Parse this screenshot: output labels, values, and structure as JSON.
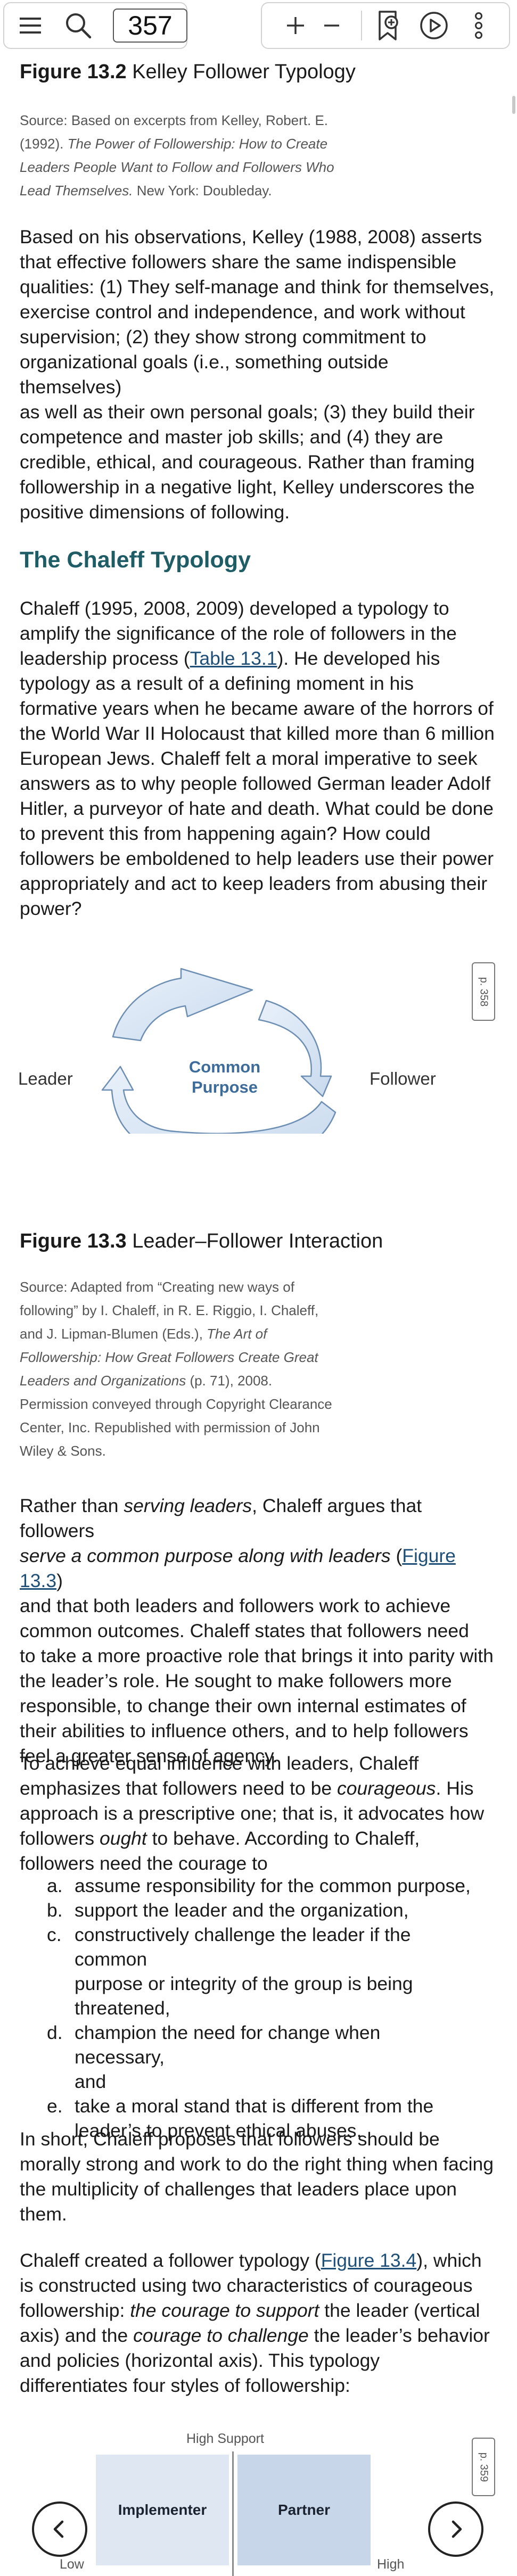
{
  "toolbar": {
    "page_number": "357",
    "icons": [
      "menu-icon",
      "search-icon",
      "zoom-in-icon",
      "zoom-out-icon",
      "bookmark-icon",
      "play-icon",
      "more-icon"
    ]
  },
  "fig132": {
    "label": "Figure 13.2",
    "title": "Kelley Follower Typology",
    "source_label": "Source:",
    "source_lines": [
      "Based on excerpts from Kelley, Robert. E.",
      "(1992).",
      "The Power of Followership: How to Create",
      "Leaders People Want to Follow and Followers Who",
      "Lead Themselves.",
      "New York: Doubleday."
    ]
  },
  "para_kelley": [
    "Based on his observations, Kelley (1988, 2008) asserts",
    "that effective followers share the same indispensible",
    "qualities: (1) They self-manage and think for themselves,",
    "exercise control and independence, and work without",
    "supervision; (2) they show strong commitment to",
    "organizational goals (i.e., something outside themselves)",
    "as well as their own personal goals; (3) they build their",
    "competence and master job skills; and (4) they are",
    "credible, ethical, and courageous. Rather than framing",
    "followership in a negative light, Kelley underscores the",
    "positive dimensions of following."
  ],
  "heading_chaleff": "The Chaleff Typology",
  "para_chaleff": {
    "l1": "Chaleff (1995, 2008, 2009) developed a typology to",
    "l2": "amplify the significance of the role of followers in the",
    "l3a": "leadership process (",
    "l3link": "Table 13.1",
    "l3b": "). He developed his",
    "rest": [
      "typology as a result of a defining moment in his",
      "formative years when he became aware of the horrors of",
      "the World War II Holocaust that killed more than 6 million",
      "European Jews. Chaleff felt a moral imperative to seek",
      "answers as to why people followed German leader Adolf",
      "Hitler, a purveyor of hate and death. What could be done",
      "to prevent this from happening again? How could",
      "followers be emboldened to help leaders use their power",
      "appropriately and act to keep leaders from abusing their",
      "power?"
    ]
  },
  "page_tag_1": "p. 358",
  "diagram": {
    "left": "Leader",
    "right": "Follower",
    "center_line1": "Common",
    "center_line2": "Purpose"
  },
  "fig133": {
    "label": "Figure 13.3",
    "title": "Leader–Follower Interaction",
    "source_label": "Source:",
    "source_lines": [
      "Adapted from “Creating new ways of",
      "following” by I. Chaleff, in R. E. Riggio, I. Chaleff,",
      "and J. Lipman-Blumen (Eds.),",
      "The Art of",
      "Followership: How Great Followers Create Great",
      "Leaders and Organizations",
      "(p. 71), 2008.",
      "Permission conveyed through Copyright Clearance",
      "Center, Inc. Republished with permission of John",
      "Wiley & Sons."
    ]
  },
  "para_serving": {
    "a": "Rather than ",
    "b": "serving leaders",
    "c": ", Chaleff argues that followers",
    "d": "serve a common purpose along with leaders",
    "e": " (",
    "f": "Figure 13.3",
    "g": ")",
    "rest": [
      "and that both leaders and followers work to achieve",
      "common outcomes. Chaleff states that followers need",
      "to take a more proactive role that brings it into parity with",
      "the leader’s role. He sought to make followers more",
      "responsible, to change their own internal estimates of",
      "their abilities to influence others, and to help followers",
      "feel a greater sense of agency."
    ]
  },
  "para_courage": {
    "l1": "To achieve equal influence with leaders, Chaleff",
    "l2a": "emphasizes that followers need to be ",
    "l2b": "courageous",
    "l2c": ". His",
    "l3": "approach is a prescriptive one; that is, it advocates how",
    "l4a": "followers ",
    "l4b": "ought",
    "l4c": " to behave. According to Chaleff,",
    "l5": "followers need the courage to"
  },
  "courage_list": [
    {
      "marker": "a.",
      "lines": [
        "assume responsibility for the common purpose,"
      ]
    },
    {
      "marker": "b.",
      "lines": [
        "support the leader and the organization,"
      ]
    },
    {
      "marker": "c.",
      "lines": [
        "constructively challenge the leader if the common",
        "purpose or integrity of the group is being",
        "threatened,"
      ]
    },
    {
      "marker": "d.",
      "lines": [
        "champion the need for change when necessary,",
        "and"
      ]
    },
    {
      "marker": "e.",
      "lines": [
        "take a moral stand that is different from the",
        "leader’s to prevent ethical abuses."
      ]
    }
  ],
  "para_short": [
    "In short, Chaleff proposes that followers should be",
    "morally strong and work to do the right thing when facing",
    "the multiplicity of challenges that leaders place upon",
    "them."
  ],
  "para_typology": {
    "l1a": "Chaleff created a follower typology (",
    "l1link": "Figure 13.4",
    "l1b": "), which",
    "l2": "is constructed using two characteristics of courageous",
    "l3a": "followership: ",
    "l3b": "the courage to support",
    "l3c": " the leader (vertical",
    "l4a": "axis) and the ",
    "l4b": "courage to challenge",
    "l4c": " the leader’s behavior",
    "l5": "and policies (horizontal axis). This typology",
    "l6": "differentiates four styles of followership:"
  },
  "page_tag_2": "p. 359",
  "fig134": {
    "top_label": "High Support",
    "cell_left": "Implementer",
    "cell_right": "Partner",
    "x_low": "Low",
    "x_high": "High"
  },
  "colors": {
    "heading": "#1e5d66",
    "link": "#1e4f78",
    "arrow_fill": "#dce8f5",
    "arrow_stroke": "#6d8fb3",
    "center_text": "#3d6c9a",
    "cell_left": "#dfe7f2",
    "cell_right": "#c8d6ea"
  }
}
